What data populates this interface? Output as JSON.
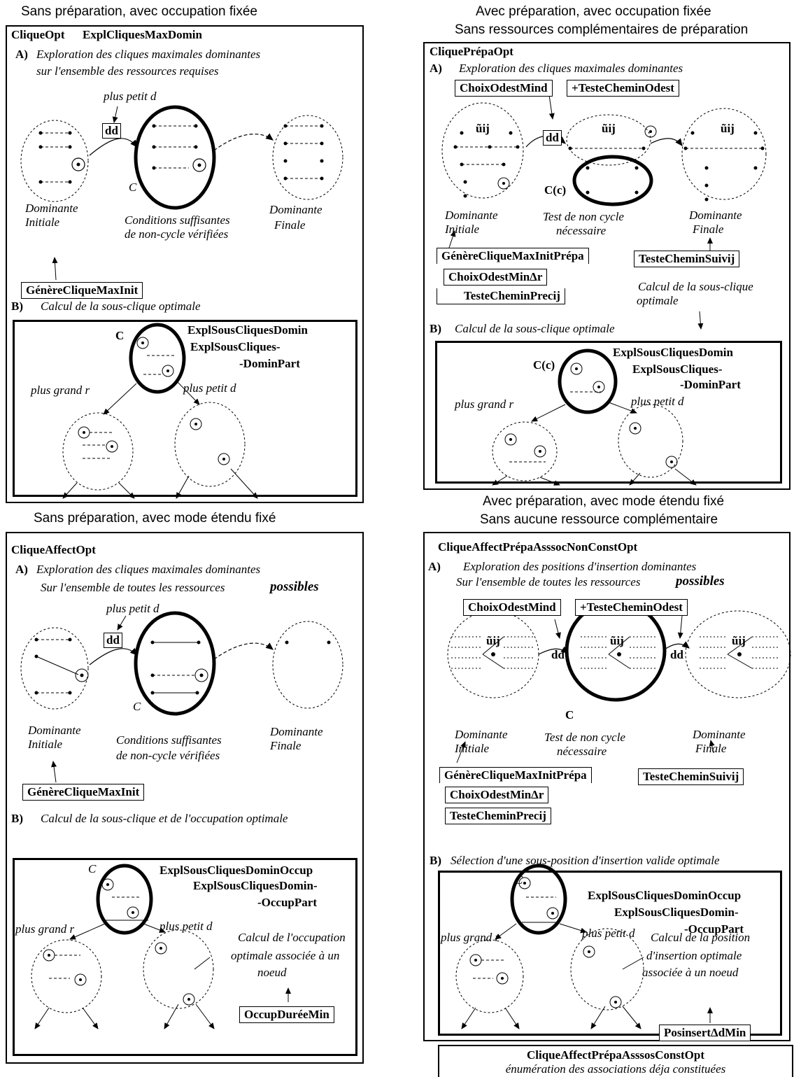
{
  "panel1": {
    "heading": "Sans préparation, avec occupation fixée",
    "title1": "CliqueOpt",
    "title2": "ExplCliquesMaxDomin",
    "a_label": "A)",
    "a_text1": "Exploration des cliques maximales dominantes",
    "a_text2": "sur l'ensemble des ressources requises",
    "plus_petit_d": "plus petit d",
    "dd": "dd",
    "c": "C",
    "dom_init1": "Dominante",
    "dom_init2": "Initiale",
    "cond1": "Conditions suffisantes",
    "cond2": "de non-cycle vérifiées",
    "dom_fin1": "Dominante",
    "dom_fin2": "Finale",
    "genere": "GénèreCliqueMaxInit",
    "b_label": "B)",
    "b_text": "Calcul de la sous-clique optimale",
    "sub_c": "C",
    "expl1": "ExplSousCliquesDomin",
    "expl2": "ExplSousCliques-",
    "expl3": "-DominPart",
    "plus_grand_r": "plus grand r",
    "plus_petit_d2": "plus petit d"
  },
  "panel2": {
    "heading1": "Avec préparation, avec occupation fixée",
    "heading2": "Sans ressources complémentaires de préparation",
    "title": "CliquePrépaOpt",
    "a_label": "A)",
    "a_text": "Exploration des cliques maximales dominantes",
    "choix": "ChoixOdestMind",
    "teste": "+TesteCheminOdest",
    "dd": "dd",
    "uij": "ũij",
    "cc": "C(c)",
    "dom_init1": "Dominante",
    "dom_init2": "Initiale",
    "test1": "Test de non cycle",
    "test2": "nécessaire",
    "dom_fin1": "Dominante",
    "dom_fin2": "Finale",
    "genere": "GénèreCliqueMaxInitPrépa",
    "choix_min": "ChoixOdestMinΔr",
    "teste_prec": "TesteCheminPrecij",
    "teste_suiv": "TesteCheminSuivij",
    "calcul1": "Calcul de la sous-clique",
    "calcul2": "optimale",
    "b_label": "B)",
    "b_text": "Calcul de la sous-clique optimale",
    "sub_cc": "C(c)",
    "expl1": "ExplSousCliquesDomin",
    "expl2": "ExplSousCliques-",
    "expl3": "-DominPart",
    "plus_grand_r": "plus grand r",
    "plus_petit_d": "plus petit d"
  },
  "panel3": {
    "heading": "Sans préparation, avec mode étendu fixé",
    "title": "CliqueAffectOpt",
    "a_label": "A)",
    "a_text1": "Exploration des cliques maximales dominantes",
    "a_text2": "Sur l'ensemble de toutes les ressources",
    "a_text2b": "possibles",
    "plus_petit_d": "plus petit d",
    "dd": "dd",
    "c": "C",
    "dom_init1": "Dominante",
    "dom_init2": "Initiale",
    "cond1": "Conditions suffisantes",
    "cond2": "de non-cycle vérifiées",
    "dom_fin1": "Dominante",
    "dom_fin2": "Finale",
    "genere": "GénèreCliqueMaxInit",
    "b_label": "B)",
    "b_text": "Calcul de la sous-clique et de l'occupation optimale",
    "sub_c": "C",
    "expl1": "ExplSousCliquesDominOccup",
    "expl2": "ExplSousCliquesDomin-",
    "expl3": "-OccupPart",
    "plus_grand_r": "plus grand r",
    "calc1": "Calcul de l'occupation",
    "calc2": "optimale associée à un",
    "calc3": "noeud",
    "occup": "OccupDuréeMin"
  },
  "panel4": {
    "heading1": "Avec préparation, avec mode étendu fixé",
    "heading2": "Sans aucune ressource complémentaire",
    "title": "CliqueAffectPrépaAsssocNonConstOpt",
    "a_label": "A)",
    "a_text1": "Exploration des positions d'insertion dominantes",
    "a_text2": "Sur l'ensemble de toutes les ressources",
    "a_text2b": "possibles",
    "choix": "ChoixOdestMind",
    "teste": "+TesteCheminOdest",
    "dd": "dd",
    "uij": "ũij",
    "c": "C",
    "dom_init1": "Dominante",
    "dom_init2": "Initiale",
    "test1": "Test de non cycle",
    "test2": "nécessaire",
    "dom_fin1": "Dominante",
    "dom_fin2": "Finale",
    "genere": "GénèreCliqueMaxInitPrépa",
    "choix_min": "ChoixOdestMinΔr",
    "teste_prec": "TesteCheminPrecij",
    "teste_suiv": "TesteCheminSuivij",
    "b_label": "B)",
    "b_text": "Sélection d'une sous-position d'insertion valide optimale",
    "sub_c": "C",
    "expl1": "ExplSousCliquesDominOccup",
    "expl2": "ExplSousCliquesDomin-",
    "expl3": "-OccupPart",
    "plus_grand_r": "plus grand r",
    "plus_petit_d": "plus petit d",
    "calc1": "Calcul de la position",
    "calc2": "d'insertion optimale",
    "calc3": "associée à un noeud",
    "posinsert": "PosinsertΔdMin"
  },
  "panel5": {
    "title": "CliqueAffectPrépaAsssosConstOpt",
    "text": "énumération des associations déja constituées"
  }
}
